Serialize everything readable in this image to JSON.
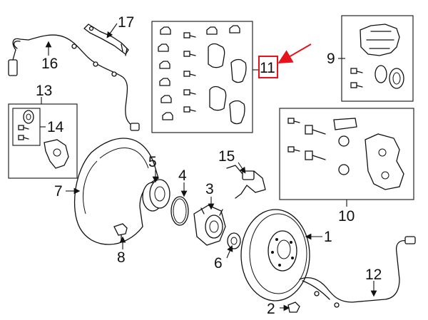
{
  "callouts": {
    "c1": "1",
    "c2": "2",
    "c3": "3",
    "c4": "4",
    "c5": "5",
    "c6": "6",
    "c7": "7",
    "c8": "8",
    "c9": "9",
    "c10": "10",
    "c11": "11",
    "c12": "12",
    "c13": "13",
    "c14": "14",
    "c15": "15",
    "c16": "16",
    "c17": "17"
  },
  "highlight": {
    "callout": "11",
    "color": "#e8121d"
  }
}
